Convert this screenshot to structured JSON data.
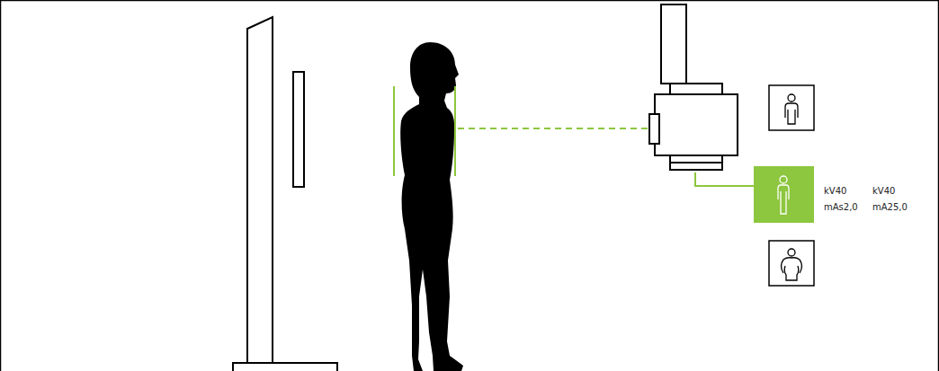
{
  "diagram": {
    "labels": [
      "kV40",
      "mAs2,0",
      "kV40",
      "mA25,0"
    ]
  }
}
